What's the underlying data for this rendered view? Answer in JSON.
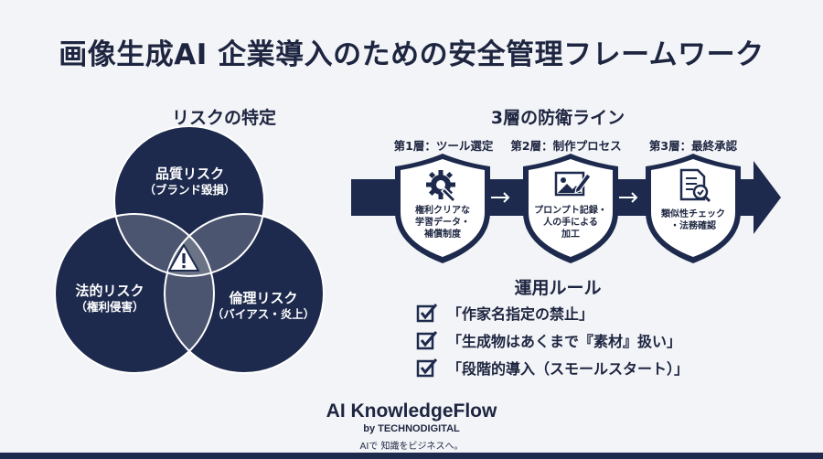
{
  "page": {
    "title": "画像生成AI 企業導入のための安全管理フレームワーク"
  },
  "risk_section": {
    "title": "リスクの特定",
    "circles": [
      {
        "label": "品質リスク",
        "sub": "（ブランド毀損）"
      },
      {
        "label": "法的リスク",
        "sub": "（権利侵害）"
      },
      {
        "label": "倫理リスク",
        "sub": "（バイアス・炎上）"
      }
    ],
    "center_icon": "warning-icon"
  },
  "defense_section": {
    "title": "3層の防衛ライン",
    "layers": [
      {
        "label": "第1層：ツール選定",
        "icon": "gear-wrench-icon",
        "lines": [
          "権利クリアな",
          "学習データ・",
          "補償制度"
        ]
      },
      {
        "label": "第2層：制作プロセス",
        "icon": "image-edit-icon",
        "lines": [
          "プロンプト記録・",
          "人の手による",
          "加工"
        ]
      },
      {
        "label": "第3層：最終承認",
        "icon": "document-search-icon",
        "lines": [
          "類似性チェック",
          "・法務確認"
        ]
      }
    ]
  },
  "rules_section": {
    "title": "運用ルール",
    "items": [
      "「作家名指定の禁止」",
      "「生成物はあくまで『素材』扱い」",
      "「段階的導入（スモールスタート）」"
    ]
  },
  "footer": {
    "brand": "AI KnowledgeFlow",
    "by": "by TECHNODIGITAL",
    "tagline": "AIで 知識をビジネスへ。"
  },
  "colors": {
    "navy": "#1d2a4d",
    "background": "#f3f4f7",
    "overlap": "#5a6277"
  }
}
